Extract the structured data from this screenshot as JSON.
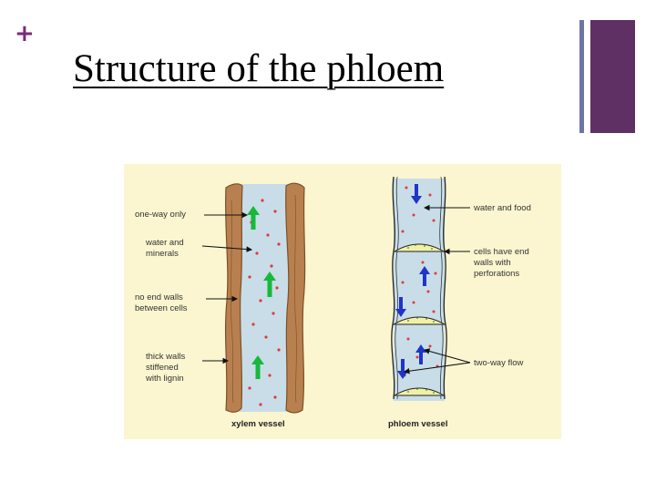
{
  "slide": {
    "plus_symbol": "+",
    "title": "Structure of the phloem"
  },
  "colors": {
    "background": "#ffffff",
    "accent_purple": "#5f3063",
    "accent_thin_bar": "#6e73a6",
    "plus_color": "#7a2a78",
    "diagram_background": "#fbf6cf",
    "xylem_wall": "#b9804f",
    "vessel_fill": "#c8dde8",
    "dot_red": "#e23a3a",
    "arrow_green": "#18b83a",
    "arrow_blue": "#1f34c8",
    "sieve_plate": "#f3f0a6"
  },
  "diagram": {
    "xylem": {
      "labels": {
        "one_way_only": "one-way only",
        "water_and_minerals_1": "water and",
        "water_and_minerals_2": "minerals",
        "no_end_walls_1": "no end walls",
        "no_end_walls_2": "between cells",
        "thick_walls_1": "thick walls",
        "thick_walls_2": "stiffened",
        "thick_walls_3": "with lignin"
      },
      "caption": "xylem vessel"
    },
    "phloem": {
      "labels": {
        "water_and_food": "water and food",
        "cells_end_walls_1": "cells have end",
        "cells_end_walls_2": "walls with",
        "cells_end_walls_3": "perforations",
        "two_way_flow": "two-way flow"
      },
      "caption": "phloem vessel"
    }
  }
}
